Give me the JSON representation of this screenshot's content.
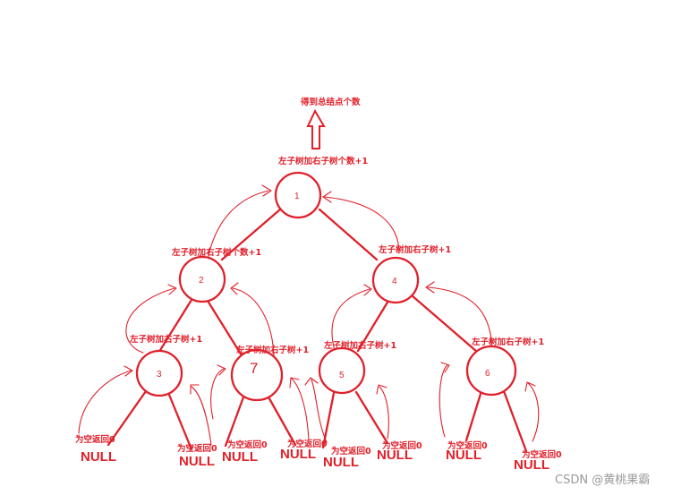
{
  "diagram": {
    "top_label": "得到总结点个数",
    "root_label": "左子树加右子树个数+1",
    "nodes": {
      "n1": {
        "value": "1",
        "label": "左子树加右子树个数+1"
      },
      "n2": {
        "value": "2",
        "label": "左子树加右子树个数+1"
      },
      "n4": {
        "value": "4",
        "label": "左子树加右子树+1"
      },
      "n3": {
        "value": "3",
        "label": "左子树加右子树+1"
      },
      "n7": {
        "value": "7",
        "label": "左子树加右子树+1"
      },
      "n5": {
        "value": "5",
        "label": "左子树加右子树+1"
      },
      "n6": {
        "value": "6",
        "label": "左子树加右子树+1"
      }
    },
    "null_return_label": "为空返回0",
    "null_text": "NULL"
  },
  "watermark": "CSDN @黄桃果霸",
  "colors": {
    "ink": "#e0202a",
    "watermark": "#9a9a9a",
    "background": "#ffffff"
  }
}
